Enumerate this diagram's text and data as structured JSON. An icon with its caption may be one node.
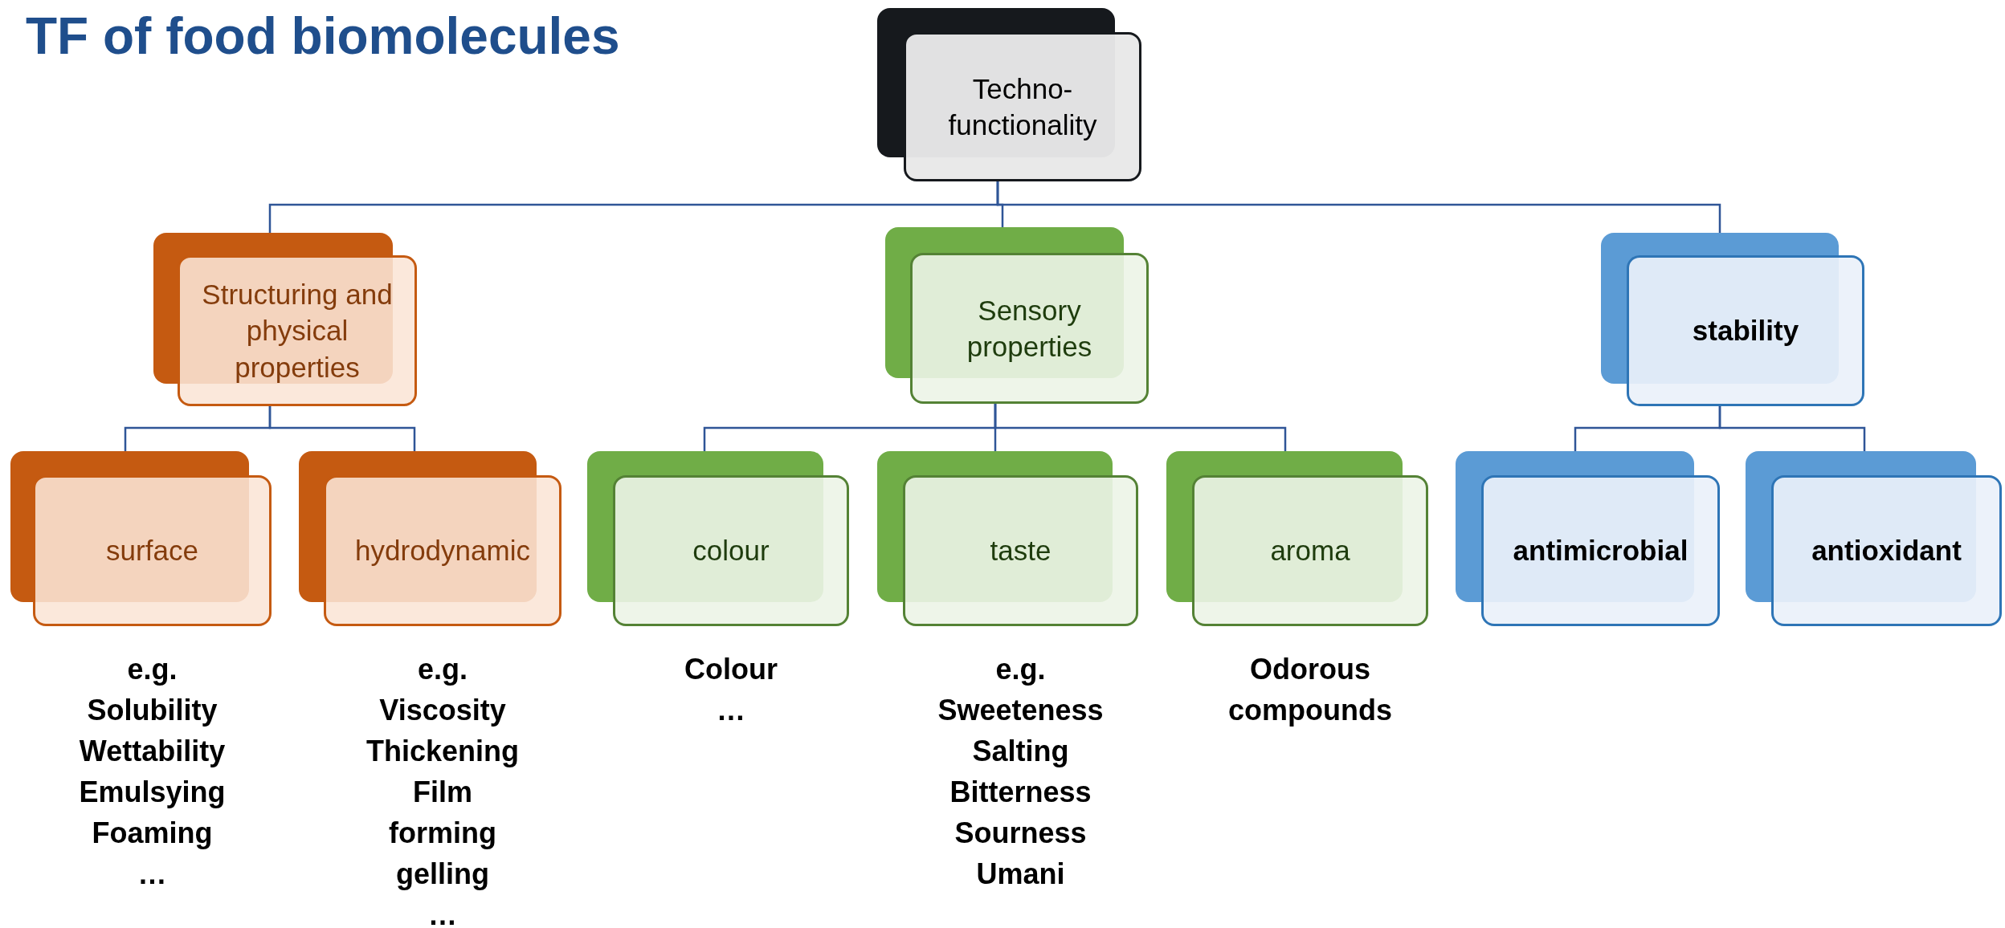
{
  "diagram": {
    "title": "TF of food biomolecules",
    "nodes": [
      {
        "text": [
          "Techno-functionality"
        ]
      },
      {
        "text": [
          "Structuring and physical properties"
        ]
      },
      {
        "text": [
          "Sensory properties"
        ]
      },
      {
        "text": [
          "stability"
        ]
      },
      {
        "text": [
          "surface"
        ],
        "beside": [
          "e.g.",
          "Solubility",
          "Wettability",
          "Emulsying",
          "Foaming",
          "…"
        ]
      },
      {
        "text": [
          "hydrodynamic"
        ],
        "beside": [
          "e.g.",
          "Viscosity",
          "Thickening",
          "Film",
          "forming",
          "gelling",
          "…"
        ]
      },
      {
        "text": [
          "colour"
        ],
        "beside": [
          "Colour",
          "…"
        ]
      },
      {
        "text": [
          "taste"
        ],
        "beside": [
          "e.g.",
          "Sweeteness",
          "Salting",
          "Bitterness",
          "Sourness",
          "Umani"
        ]
      },
      {
        "text": [
          "aroma"
        ],
        "beside": [
          "Odorous",
          "compounds"
        ]
      },
      {
        "text": [
          "antimicrobial"
        ]
      },
      {
        "text": [
          "antioxidant"
        ]
      }
    ],
    "edges": [
      {
        "from": 0,
        "to": 1,
        "arrow": "none"
      },
      {
        "from": 0,
        "to": 2,
        "arrow": "none"
      },
      {
        "from": 0,
        "to": 3,
        "arrow": "none"
      },
      {
        "from": 1,
        "to": 4,
        "arrow": "none"
      },
      {
        "from": 1,
        "to": 5,
        "arrow": "none"
      },
      {
        "from": 2,
        "to": 6,
        "arrow": "none"
      },
      {
        "from": 2,
        "to": 7,
        "arrow": "none"
      },
      {
        "from": 2,
        "to": 8,
        "arrow": "none"
      },
      {
        "from": 3,
        "to": 9,
        "arrow": "none"
      },
      {
        "from": 3,
        "to": 10,
        "arrow": "none"
      }
    ]
  }
}
